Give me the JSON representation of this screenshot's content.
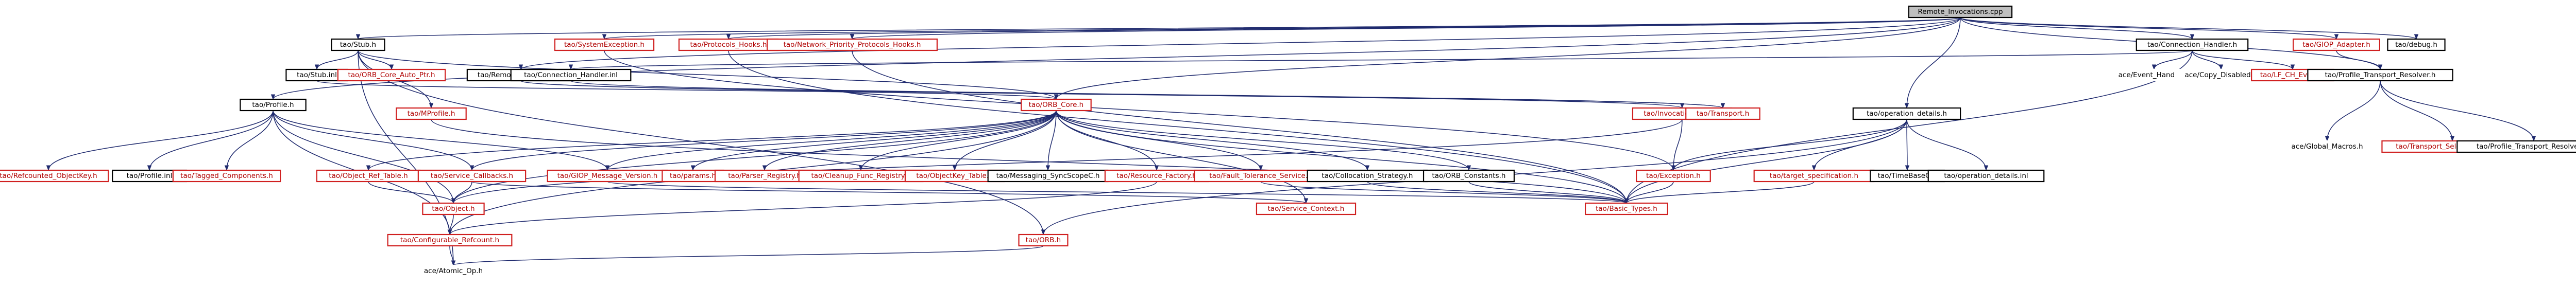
{
  "graph": {
    "title": "Include dependency graph for Remote_Invocations.cpp",
    "colors": {
      "root_fill": "#bfbfbf",
      "normal_border": "#000000",
      "missing_border": "#d02020",
      "edge": "#1f2a6e",
      "text_normal": "#000000",
      "text_missing": "#b00000"
    },
    "nodes": [
      {
        "id": "root",
        "label": "Remote_Invocations.cpp",
        "style": "root"
      },
      {
        "id": "stub_h",
        "label": "tao/Stub.h",
        "style": "normal"
      },
      {
        "id": "sysexc_h",
        "label": "tao/SystemException.h",
        "style": "missing"
      },
      {
        "id": "proto_hooks",
        "label": "tao/Protocols_Hooks.h",
        "style": "missing"
      },
      {
        "id": "netprio_hooks",
        "label": "tao/Network_Priority_Protocols_Hooks.h",
        "style": "missing"
      },
      {
        "id": "conn_handler_h",
        "label": "tao/Connection_Handler.h",
        "style": "normal"
      },
      {
        "id": "giop_adapter",
        "label": "tao/GIOP_Adapter.h",
        "style": "missing"
      },
      {
        "id": "debug_h",
        "label": "tao/debug.h",
        "style": "normal"
      },
      {
        "id": "stub_inl",
        "label": "tao/Stub.inl",
        "style": "normal"
      },
      {
        "id": "orb_core_auto_ptr",
        "label": "tao/ORB_Core_Auto_Ptr.h",
        "style": "missing"
      },
      {
        "id": "mprofile_h",
        "label": "tao/MProfile.h",
        "style": "missing"
      },
      {
        "id": "remote_inv_h",
        "label": "tao/Remote_Invocation.h",
        "style": "normal"
      },
      {
        "id": "conn_handler_inl",
        "label": "tao/Connection_Handler.inl",
        "style": "normal"
      },
      {
        "id": "event_handler",
        "label": "ace/Event_Handler.h",
        "style": "plain"
      },
      {
        "id": "copy_disabled",
        "label": "ace/Copy_Disabled.h",
        "style": "plain"
      },
      {
        "id": "lf_ch_event",
        "label": "tao/LF_CH_Event.h",
        "style": "missing"
      },
      {
        "id": "profile_tr_h",
        "label": "tao/Profile_Transport_Resolver.h",
        "style": "normal"
      },
      {
        "id": "profile_h",
        "label": "tao/Profile.h",
        "style": "normal"
      },
      {
        "id": "orb_core_h",
        "label": "tao/ORB_Core.h",
        "style": "missing"
      },
      {
        "id": "inv_base_h",
        "label": "tao/Invocation_Base.h",
        "style": "missing"
      },
      {
        "id": "transport_h",
        "label": "tao/Transport.h",
        "style": "missing"
      },
      {
        "id": "opdetails_h",
        "label": "tao/operation_details.h",
        "style": "normal"
      },
      {
        "id": "global_macros",
        "label": "ace/Global_Macros.h",
        "style": "plain"
      },
      {
        "id": "tr_sel_guard",
        "label": "tao/Transport_Selection_Guard.h",
        "style": "missing"
      },
      {
        "id": "profile_tr_inl",
        "label": "tao/Profile_Transport_Resolver.inl",
        "style": "normal"
      },
      {
        "id": "refcounted_objkey",
        "label": "tao/Refcounted_ObjectKey.h",
        "style": "missing"
      },
      {
        "id": "profile_inl",
        "label": "tao/Profile.inl",
        "style": "normal"
      },
      {
        "id": "tagged_components",
        "label": "tao/Tagged_Components.h",
        "style": "missing"
      },
      {
        "id": "objref_table",
        "label": "tao/Object_Ref_Table.h",
        "style": "missing"
      },
      {
        "id": "service_callbacks",
        "label": "tao/Service_Callbacks.h",
        "style": "missing"
      },
      {
        "id": "giop_msg_version",
        "label": "tao/GIOP_Message_Version.h",
        "style": "missing"
      },
      {
        "id": "params_h",
        "label": "tao/params.h",
        "style": "missing"
      },
      {
        "id": "parser_registry",
        "label": "tao/Parser_Registry.h",
        "style": "missing"
      },
      {
        "id": "cleanup_func_registry",
        "label": "tao/Cleanup_Func_Registry.h",
        "style": "missing"
      },
      {
        "id": "objectkey_table",
        "label": "tao/ObjectKey_Table.h",
        "style": "missing"
      },
      {
        "id": "messaging_syncscopec",
        "label": "tao/Messaging_SyncScopeC.h",
        "style": "normal"
      },
      {
        "id": "resource_factory",
        "label": "tao/Resource_Factory.h",
        "style": "missing"
      },
      {
        "id": "fault_tolerance_service",
        "label": "tao/Fault_Tolerance_Service.h",
        "style": "missing"
      },
      {
        "id": "collocation_strategy",
        "label": "tao/Collocation_Strategy.h",
        "style": "normal"
      },
      {
        "id": "orb_constants",
        "label": "tao/ORB_Constants.h",
        "style": "normal"
      },
      {
        "id": "exception_h",
        "label": "tao/Exception.h",
        "style": "missing"
      },
      {
        "id": "target_spec",
        "label": "tao/target_specification.h",
        "style": "missing"
      },
      {
        "id": "timebasec",
        "label": "tao/TimeBaseC.h",
        "style": "normal"
      },
      {
        "id": "opdetails_inl",
        "label": "tao/operation_details.inl",
        "style": "normal"
      },
      {
        "id": "object_h",
        "label": "tao/Object.h",
        "style": "missing"
      },
      {
        "id": "service_context_h",
        "label": "tao/Service_Context.h",
        "style": "missing"
      },
      {
        "id": "basic_types_h",
        "label": "tao/Basic_Types.h",
        "style": "missing"
      },
      {
        "id": "configurable_refcount",
        "label": "tao/Configurable_Refcount.h",
        "style": "missing"
      },
      {
        "id": "orb_h",
        "label": "tao/ORB.h",
        "style": "missing"
      },
      {
        "id": "atomic_op",
        "label": "ace/Atomic_Op.h",
        "style": "plain"
      }
    ],
    "edges": [
      [
        "root",
        "stub_h"
      ],
      [
        "root",
        "sysexc_h"
      ],
      [
        "root",
        "proto_hooks"
      ],
      [
        "root",
        "netprio_hooks"
      ],
      [
        "root",
        "conn_handler_h"
      ],
      [
        "root",
        "giop_adapter"
      ],
      [
        "root",
        "debug_h"
      ],
      [
        "root",
        "profile_h"
      ],
      [
        "root",
        "orb_core_h"
      ],
      [
        "root",
        "remote_inv_h"
      ],
      [
        "root",
        "opdetails_h"
      ],
      [
        "root",
        "profile_tr_h"
      ],
      [
        "stub_h",
        "stub_inl"
      ],
      [
        "stub_h",
        "orb_core_auto_ptr"
      ],
      [
        "stub_h",
        "mprofile_h"
      ],
      [
        "stub_h",
        "orb_core_h"
      ],
      [
        "stub_h",
        "atomic_op"
      ],
      [
        "stub_h",
        "orb_h"
      ],
      [
        "stub_inl",
        "orb_core_h"
      ],
      [
        "mprofile_h",
        "basic_types_h"
      ],
      [
        "sysexc_h",
        "exception_h"
      ],
      [
        "proto_hooks",
        "basic_types_h"
      ],
      [
        "netprio_hooks",
        "basic_types_h"
      ],
      [
        "conn_handler_h",
        "conn_handler_inl"
      ],
      [
        "conn_handler_h",
        "event_handler"
      ],
      [
        "conn_handler_h",
        "copy_disabled"
      ],
      [
        "conn_handler_h",
        "lf_ch_event"
      ],
      [
        "conn_handler_h",
        "basic_types_h"
      ],
      [
        "conn_handler_inl",
        "transport_h"
      ],
      [
        "giop_adapter",
        "profile_tr_h"
      ],
      [
        "profile_tr_h",
        "global_macros"
      ],
      [
        "profile_tr_h",
        "tr_sel_guard"
      ],
      [
        "profile_tr_h",
        "profile_tr_inl"
      ],
      [
        "remote_inv_h",
        "inv_base_h"
      ],
      [
        "remote_inv_h",
        "transport_h"
      ],
      [
        "inv_base_h",
        "exception_h"
      ],
      [
        "inv_base_h",
        "object_h"
      ],
      [
        "opdetails_h",
        "exception_h"
      ],
      [
        "opdetails_h",
        "target_spec"
      ],
      [
        "opdetails_h",
        "timebasec"
      ],
      [
        "opdetails_h",
        "opdetails_inl"
      ],
      [
        "opdetails_h",
        "basic_types_h"
      ],
      [
        "opdetails_h",
        "orb_h"
      ],
      [
        "exception_h",
        "basic_types_h"
      ],
      [
        "target_spec",
        "basic_types_h"
      ],
      [
        "profile_h",
        "refcounted_objkey"
      ],
      [
        "profile_h",
        "profile_inl"
      ],
      [
        "profile_h",
        "tagged_components"
      ],
      [
        "profile_h",
        "object_h"
      ],
      [
        "profile_h",
        "service_callbacks"
      ],
      [
        "profile_h",
        "giop_msg_version"
      ],
      [
        "profile_h",
        "configurable_refcount"
      ],
      [
        "orb_core_h",
        "objref_table"
      ],
      [
        "orb_core_h",
        "service_callbacks"
      ],
      [
        "orb_core_h",
        "giop_msg_version"
      ],
      [
        "orb_core_h",
        "params_h"
      ],
      [
        "orb_core_h",
        "parser_registry"
      ],
      [
        "orb_core_h",
        "cleanup_func_registry"
      ],
      [
        "orb_core_h",
        "objectkey_table"
      ],
      [
        "orb_core_h",
        "messaging_syncscopec"
      ],
      [
        "orb_core_h",
        "resource_factory"
      ],
      [
        "orb_core_h",
        "fault_tolerance_service"
      ],
      [
        "orb_core_h",
        "collocation_strategy"
      ],
      [
        "orb_core_h",
        "orb_constants"
      ],
      [
        "orb_core_h",
        "object_h"
      ],
      [
        "orb_core_h",
        "service_context_h"
      ],
      [
        "orb_core_h",
        "basic_types_h"
      ],
      [
        "orb_core_h",
        "configurable_refcount"
      ],
      [
        "objref_table",
        "object_h"
      ],
      [
        "service_callbacks",
        "object_h"
      ],
      [
        "service_callbacks",
        "service_context_h"
      ],
      [
        "giop_msg_version",
        "basic_types_h"
      ],
      [
        "resource_factory",
        "configurable_refcount"
      ],
      [
        "fault_tolerance_service",
        "basic_types_h"
      ],
      [
        "collocation_strategy",
        "basic_types_h"
      ],
      [
        "orb_constants",
        "basic_types_h"
      ],
      [
        "object_h",
        "configurable_refcount"
      ],
      [
        "configurable_refcount",
        "atomic_op"
      ],
      [
        "orb_h",
        "atomic_op"
      ]
    ]
  }
}
